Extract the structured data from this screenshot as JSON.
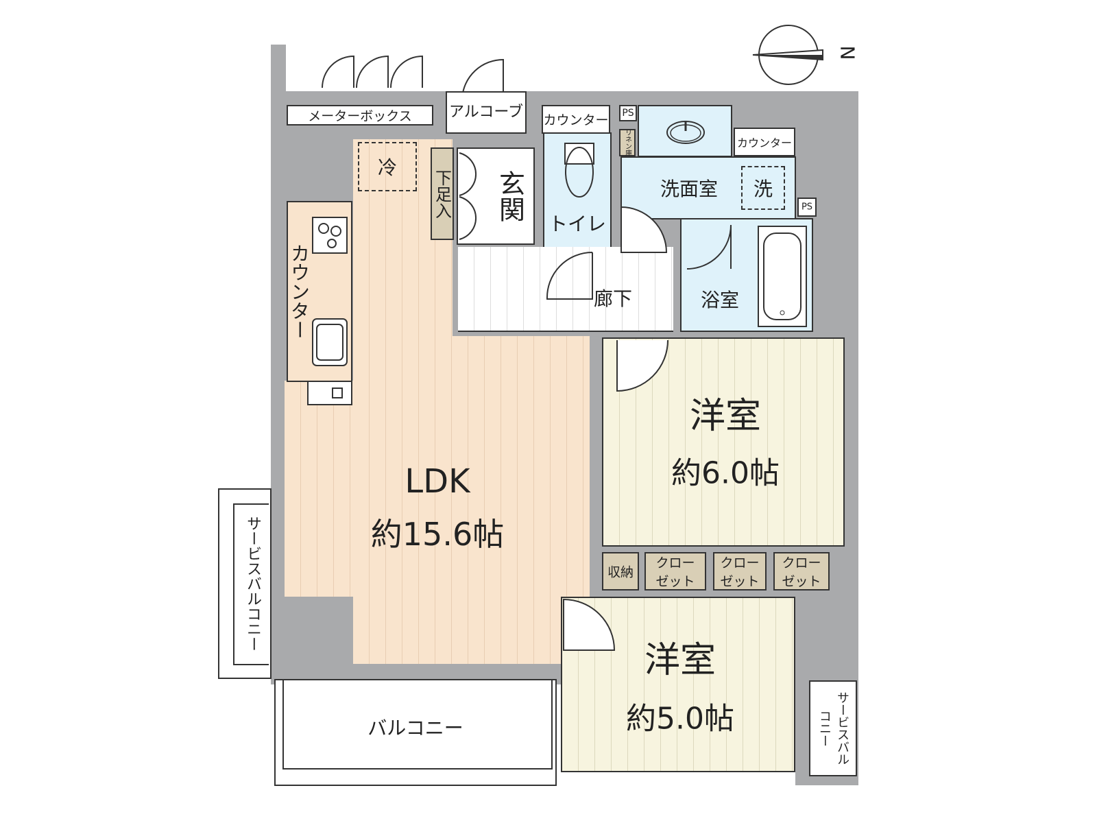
{
  "compass": {
    "north_label": "N"
  },
  "rooms": {
    "meter_box": "メーターボックス",
    "alcove": "アルコーブ",
    "counter_toilet": "カウンター",
    "ps_top": "PS",
    "linen": "リネン庫",
    "counter_wash": "カウンター",
    "washroom": "洗面室",
    "washer": "洗",
    "ps_right": "PS",
    "fridge": "冷",
    "shoe_box": "下足入",
    "entrance": "玄関",
    "toilet": "トイレ",
    "hallway": "廊下",
    "bathroom": "浴室",
    "kitchen_counter": "カウンター",
    "ldk_name": "LDK",
    "ldk_size": "約15.6帖",
    "western1_name": "洋室",
    "western1_size": "約6.0帖",
    "storage": "収納",
    "closet1": "クローゼット",
    "closet2": "クローゼット",
    "closet3": "クローゼット",
    "western2_name": "洋室",
    "western2_size": "約5.0帖",
    "balcony": "バルコニー",
    "service_balcony_left": "サービスバルコニー",
    "service_balcony_right": "サービスバルコニー"
  }
}
